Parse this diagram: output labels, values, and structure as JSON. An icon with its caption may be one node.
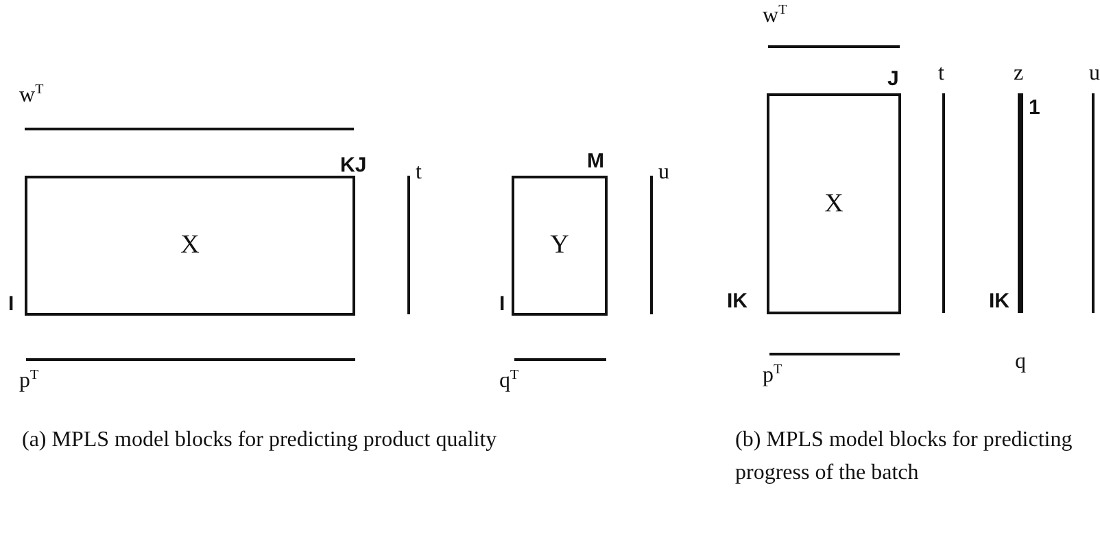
{
  "diagram": {
    "nodes": [
      {
        "text": [
          "X"
        ]
      },
      {
        "text": [
          "Y"
        ]
      },
      {
        "text": [
          "X"
        ]
      }
    ],
    "labels": [
      "w$^{T}$",
      "KJ",
      "t",
      "M",
      "u",
      "I",
      "I",
      "p$^{T}$",
      "q$^{T}$",
      "w$^{T}$",
      "J",
      "t",
      "z",
      "u",
      "1",
      "IK",
      "IK",
      "q",
      "p$^{T}$",
      "(a) MPLS model blocks for predicting product quality",
      "(b) MPLS model blocks for predicting progress of the batch"
    ]
  }
}
